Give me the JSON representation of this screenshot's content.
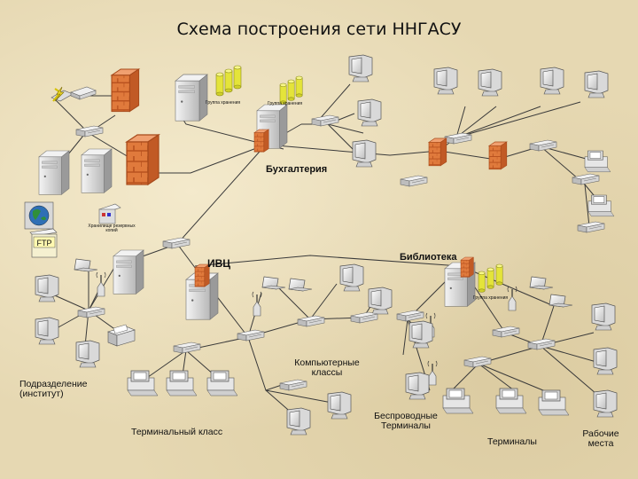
{
  "title": "Схема построения сети ННГАСУ",
  "labels": {
    "accounting": "Бухгалтерия",
    "ivc": "ИВЦ",
    "library": "Библиотека",
    "classes_line1": "Компьютерные",
    "classes_line2": "классы",
    "subdivision_line1": "Подразделение",
    "subdivision_line2": "(институт)",
    "terminal_class": "Терминальный класс",
    "wireless_line1": "Беспроводные",
    "wireless_line2": "Терминалы",
    "terminals": "Терминалы",
    "workplaces_line1": "Рабочие",
    "workplaces_line2": "места",
    "ftp": "FTP",
    "storage_a": "Группа хранения",
    "storage_b": "Группа хранения",
    "storage_lib": "Группа хранения",
    "archive_line1": "Хранилище резервных",
    "archive_line2": "копий"
  },
  "colors": {
    "background": "#e6d8b2",
    "line": "#3a3a3a",
    "firewall": "#e07a3c",
    "storage": "#e6e63a",
    "device": "#dcdcdc"
  },
  "icons": [
    "server-icon",
    "monitor-icon",
    "switch-icon",
    "firewall-icon",
    "storage-icon",
    "laptop-icon",
    "printer-icon",
    "wireless-antenna-icon",
    "satellite-icon",
    "globe-icon",
    "ftp-icon",
    "terminal-icon",
    "modem-icon",
    "lightning-icon",
    "tape-library-icon"
  ]
}
